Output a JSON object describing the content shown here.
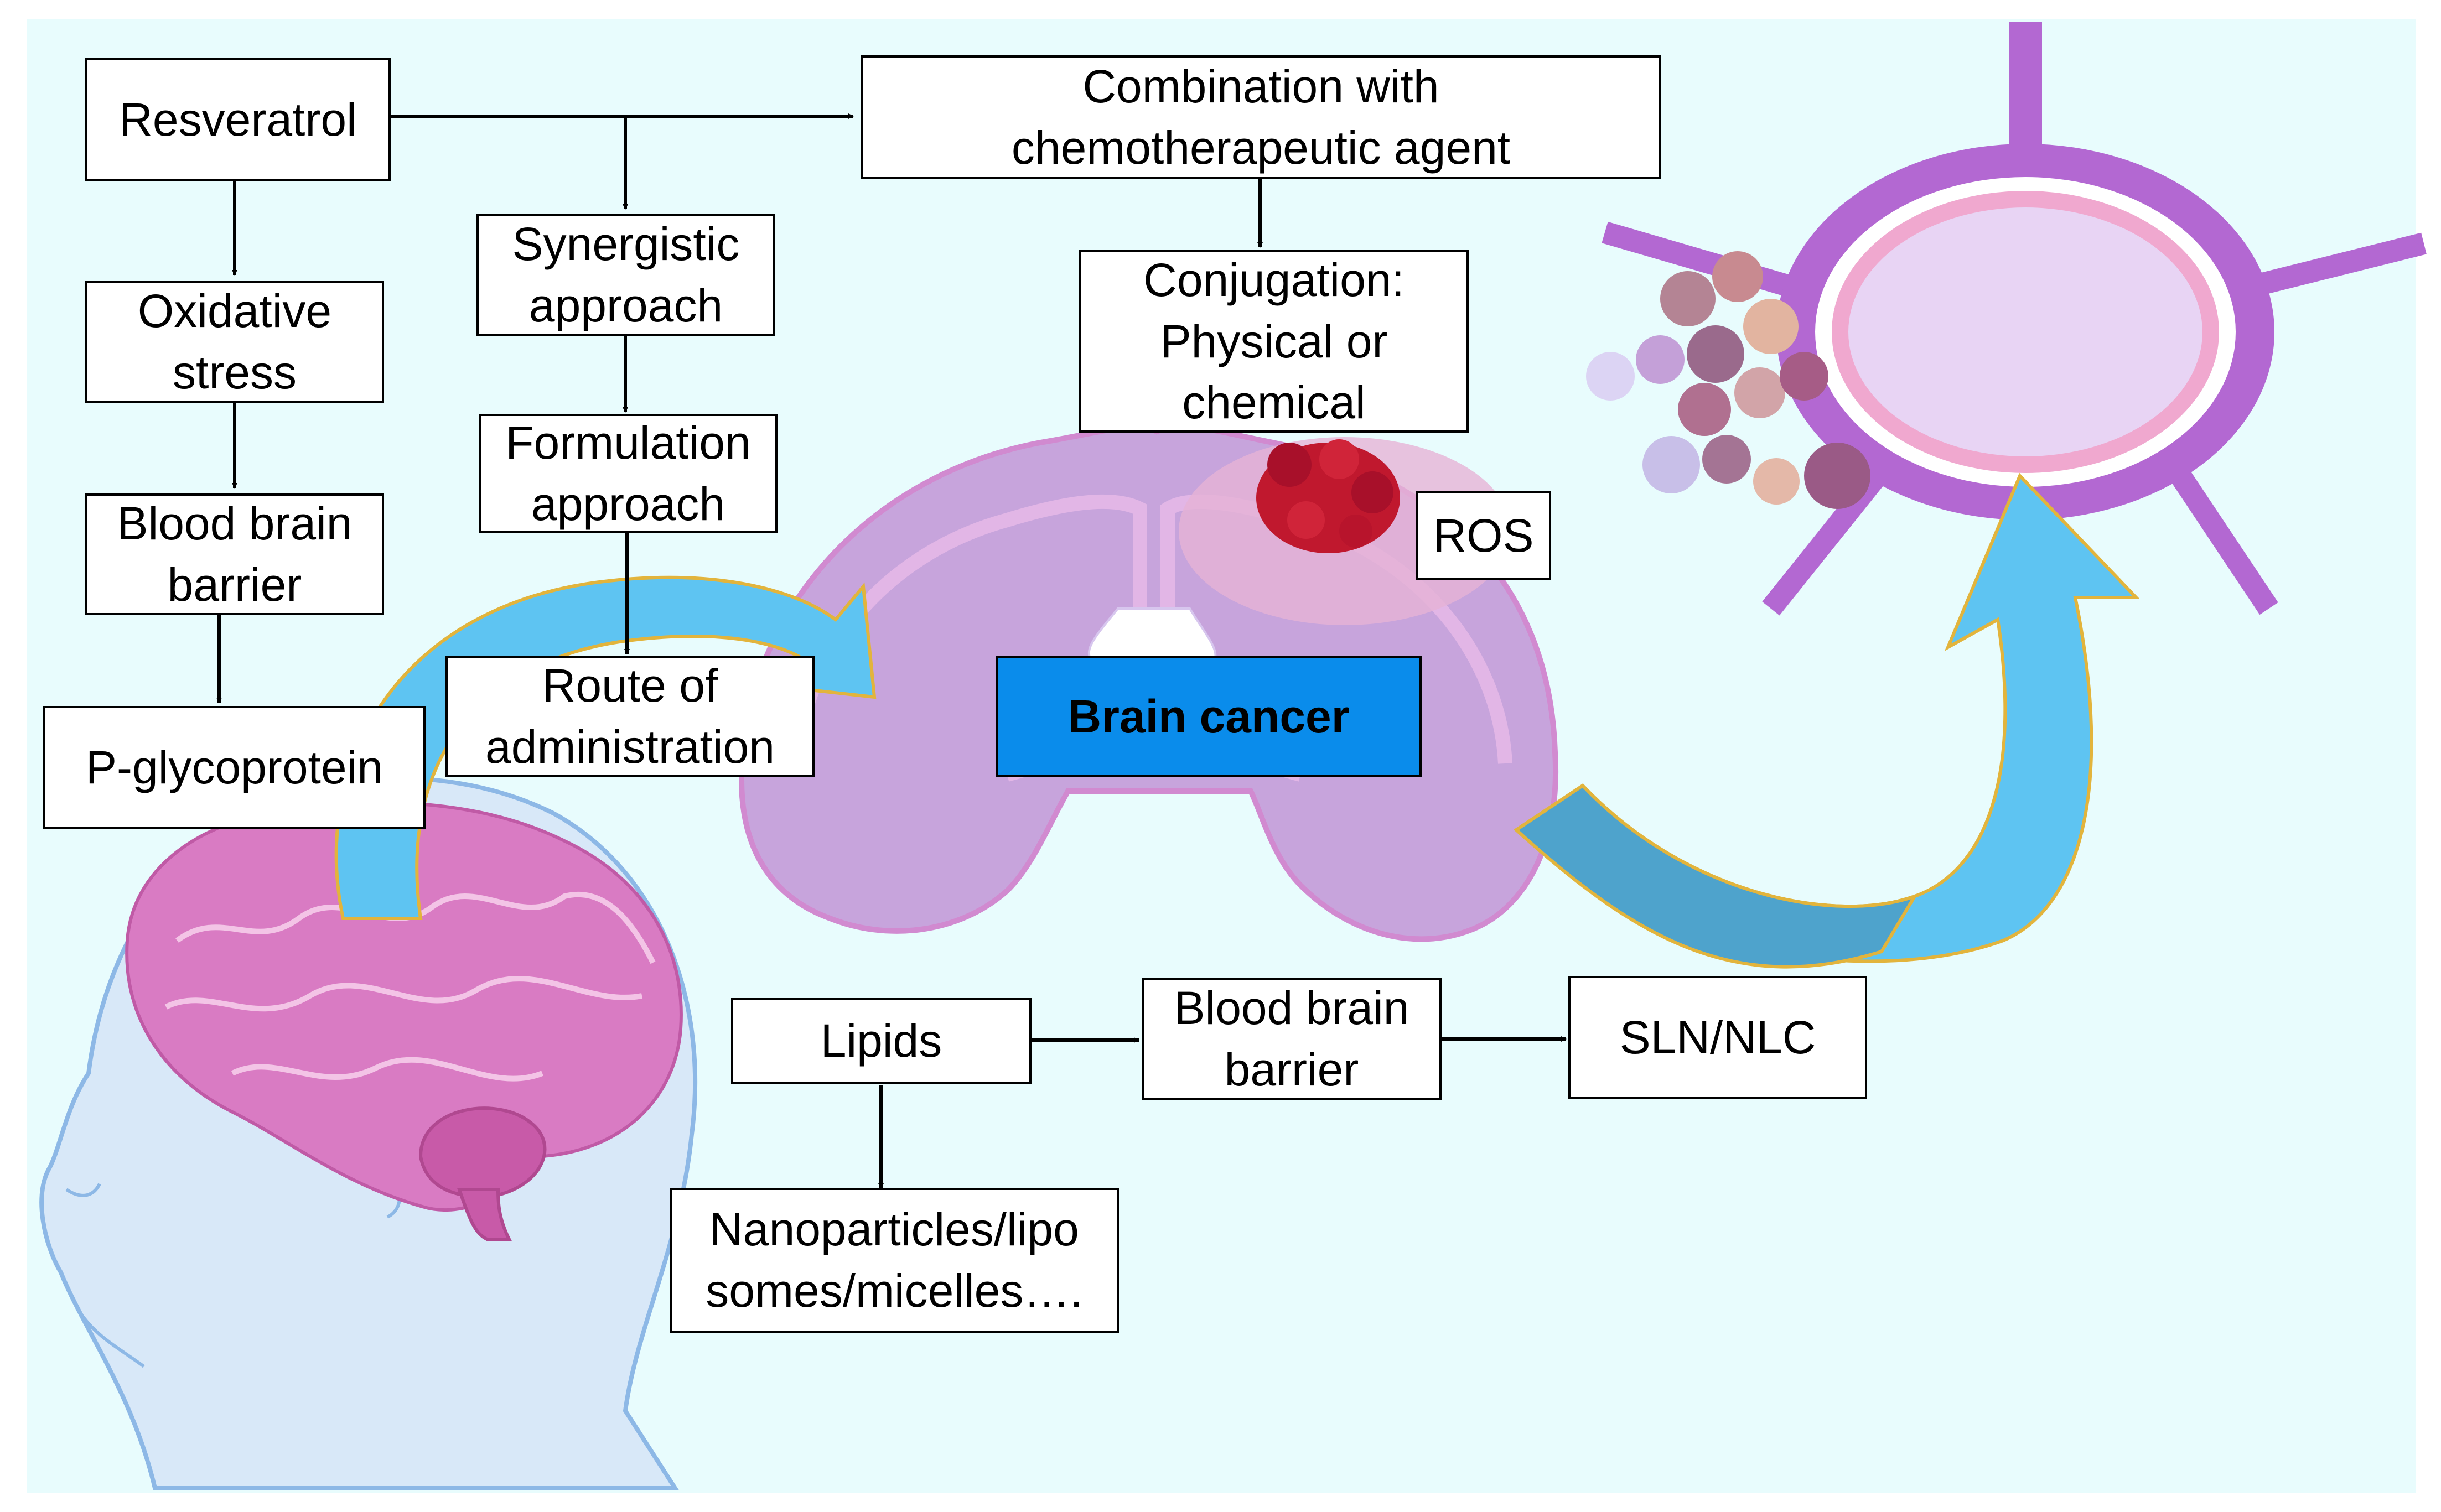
{
  "colors": {
    "background": "#e8fcfd",
    "box_fill": "#ffffff",
    "box_border": "#000000",
    "highlight_fill": "#0a8ceb",
    "arrow_blue": "#5ec4f2",
    "arrow_dark_blue": "#4ea3cc",
    "arrow_outline": "#e2b43c",
    "brain_pink": "#d97bc3",
    "brain_section": "#c7a4dc",
    "tumor_red": "#c0182e",
    "vessel_purple": "#b368d2",
    "head_outline": "#8db8e6"
  },
  "icons": [
    "human-head-with-brain-illustration",
    "coronal-brain-section-illustration",
    "tumor-mass-icon",
    "blood-vessel-cross-section-illustration",
    "tumor-cell-cluster-icon"
  ],
  "nodes": {
    "resveratrol": "Resveratrol",
    "combination": "Combination with\nchemotherapeutic agent",
    "oxidative_stress": "Oxidative\nstress",
    "synergistic": "Synergistic\napproach",
    "conjugation": "Conjugation:\nPhysical or\nchemical",
    "bbb_left": "Blood brain\nbarrier",
    "formulation": "Formulation\napproach",
    "ros": "ROS",
    "pgp": "P-glycoprotein",
    "route": "Route of\nadministration",
    "brain_cancer": "Brain cancer",
    "lipids": "Lipids",
    "bbb_bottom": "Blood brain\nbarrier",
    "sln_nlc": "SLN/NLC",
    "nanoparticles": "Nanoparticles/lipo\nsomes/micelles…."
  }
}
